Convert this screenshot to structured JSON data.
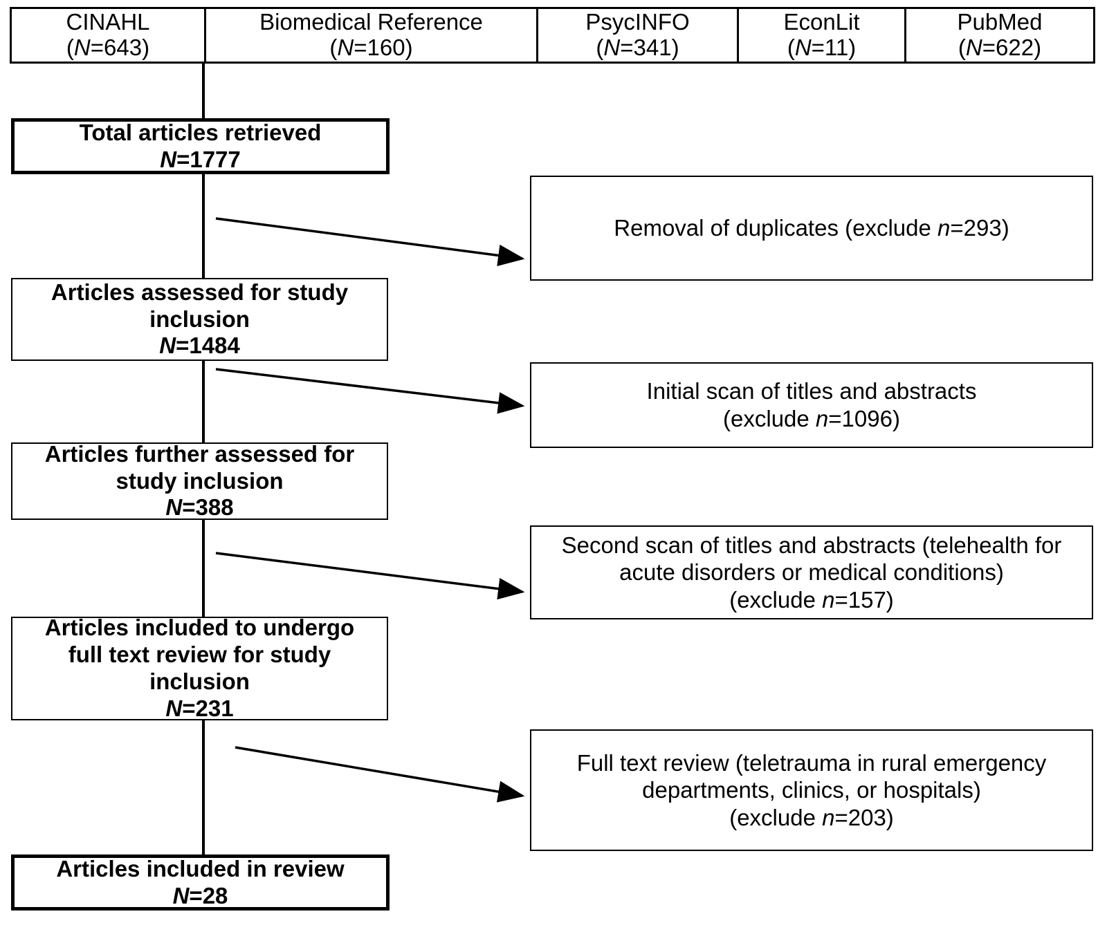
{
  "sources": {
    "columns": [
      {
        "name": "CINAHL",
        "count_label": "(N=643)",
        "n": 643
      },
      {
        "name": "Biomedical Reference",
        "count_label": "(N=160)",
        "n": 160
      },
      {
        "name": "PsycINFO",
        "count_label": "(N=341)",
        "n": 341
      },
      {
        "name": "EconLit",
        "count_label": "(N=11)",
        "n": 11
      },
      {
        "name": "PubMed",
        "count_label": "(N=622)",
        "n": 622
      }
    ]
  },
  "stages": [
    {
      "id": "total-retrieved",
      "lines": [
        "Total articles retrieved",
        "N=1777"
      ],
      "line1": "Total articles retrieved",
      "line2": "N=1777",
      "line3": "",
      "line4": "",
      "n": 1777
    },
    {
      "id": "assessed-for-inclusion",
      "lines": [
        "Articles assessed for study",
        "inclusion",
        "N=1484"
      ],
      "line1": "Articles assessed for study",
      "line2": "inclusion",
      "line3": "N=1484",
      "line4": "",
      "n": 1484
    },
    {
      "id": "further-assessed",
      "lines": [
        "Articles further assessed for",
        "study inclusion",
        "N=388"
      ],
      "line1": "Articles further assessed for",
      "line2": "study inclusion",
      "line3": "N=388",
      "line4": "",
      "n": 388
    },
    {
      "id": "full-text-review-included",
      "lines": [
        "Articles included to undergo",
        "full text review for study",
        "inclusion",
        "N=231"
      ],
      "line1": "Articles included to undergo",
      "line2": "full text review for study",
      "line3": "inclusion",
      "line4": "N=231",
      "n": 231
    },
    {
      "id": "included-in-review",
      "lines": [
        "Articles included in review",
        "N=28"
      ],
      "line1": "Articles included in review",
      "line2": "N=28",
      "line3": "",
      "line4": "",
      "n": 28
    }
  ],
  "exclusions": [
    {
      "id": "removal-of-duplicates",
      "line1": "Removal of duplicates (exclude n=293)",
      "line2": "",
      "line3": "",
      "excluded": 293
    },
    {
      "id": "initial-scan",
      "line1": "Initial scan of titles and abstracts",
      "line2": "(exclude n=1096)",
      "line3": "",
      "excluded": 1096
    },
    {
      "id": "second-scan",
      "line1": "Second scan of titles and abstracts (telehealth for",
      "line2": "acute disorders or medical conditions)",
      "line3": "(exclude n=157)",
      "excluded": 157
    },
    {
      "id": "full-text-review",
      "line1": "Full text review (teletrauma in rural emergency",
      "line2": "departments, clinics, or hospitals)",
      "line3": "(exclude n=203)",
      "excluded": 203
    }
  ],
  "colors": {
    "stroke": "#000000",
    "background": "#ffffff"
  }
}
